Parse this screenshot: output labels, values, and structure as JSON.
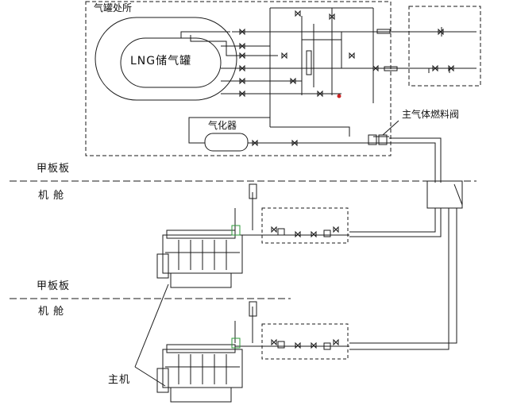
{
  "labels": {
    "gas_tank_room": "气罐处所",
    "lng_tank": "LNG储气罐",
    "vaporizer": "气化器",
    "main_gas_fuel_valve": "主气体燃料阀",
    "deck_upper": "甲板板",
    "engine_room_upper": "机 舱",
    "deck_lower": "甲板板",
    "engine_room_lower": "机 舱",
    "main_engine": "主机"
  },
  "colors": {
    "line": "#1a1a1a",
    "engine_green": "#2e9a3a",
    "valve_red": "#cc2222",
    "background": "#ffffff"
  }
}
